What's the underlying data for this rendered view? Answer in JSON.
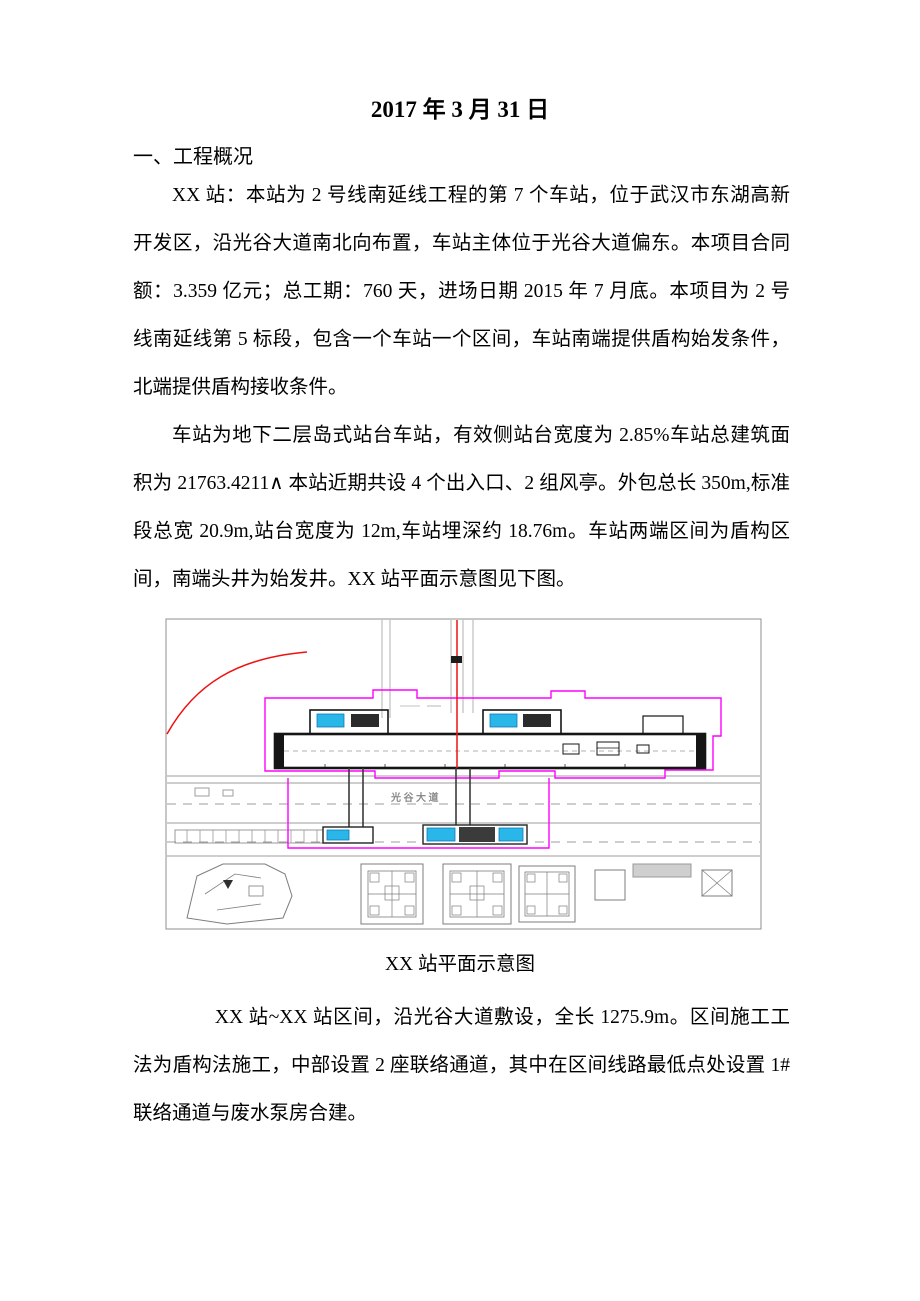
{
  "document": {
    "date_title": "2017 年 3 月 31 日",
    "section_heading": "一、工程概况",
    "paragraphs": {
      "p1": "XX 站：本站为 2 号线南延线工程的第 7 个车站，位于武汉市东湖高新开发区，沿光谷大道南北向布置，车站主体位于光谷大道偏东。本项目合同额：3.359 亿元；总工期：760 天，进场日期 2015 年 7 月底。本项目为 2 号线南延线第 5 标段，包含一个车站一个区间，车站南端提供盾构始发条件，北端提供盾构接收条件。",
      "p2": "车站为地下二层岛式站台车站，有效侧站台宽度为 2.85%车站总建筑面积为 21763.4211∧ 本站近期共设 4 个出入口、2 组风亭。外包总长 350m,标准段总宽 20.9m,站台宽度为 12m,车站埋深约 18.76m。车站两端区间为盾构区间，南端头井为始发井。XX 站平面示意图见下图。",
      "p3": "XX 站~XX 站区间，沿光谷大道敷设，全长 1275.9m。区间施工工法为盾构法施工，中部设置 2 座联络通道，其中在区间线路最低点处设置 1#联络通道与废水泵房合建。"
    },
    "figure": {
      "caption": "XX 站平面示意图",
      "road_label": "光 谷 大 道",
      "colors": {
        "boundary": "#ff00ff",
        "alignment": "#ee1111",
        "entrance": "#29b6e8",
        "structure": "#151515",
        "road": "#9d9d9d"
      }
    }
  }
}
